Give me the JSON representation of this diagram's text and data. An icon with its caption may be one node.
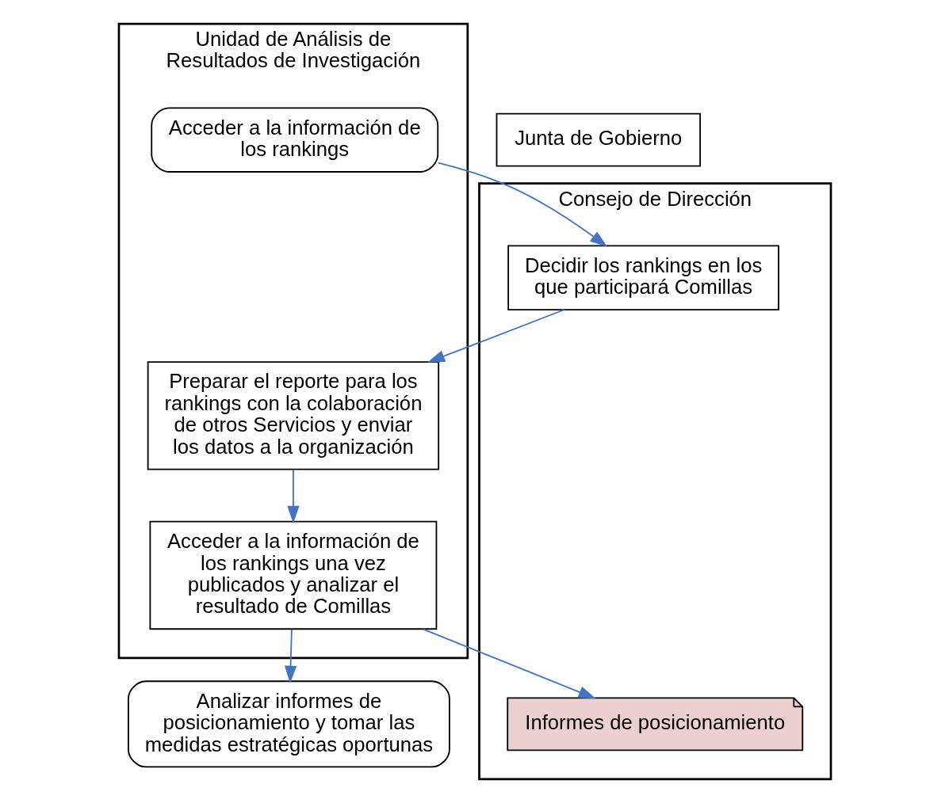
{
  "diagram": {
    "nodes": [
      {
        "text": [
          "Unidad de Análisis de Resultados de Investigación"
        ]
      },
      {
        "text": [
          "Consejo de Dirección"
        ]
      },
      {
        "text": [
          "Junta de Gobierno"
        ]
      },
      {
        "text": [
          "Acceder a la información de los rankings"
        ],
        "in": 0
      },
      {
        "text": [
          "Decidir los rankings en los que participará Comillas"
        ],
        "in": 1
      },
      {
        "text": [
          "Preparar el reporte para los rankings con la colaboración de otros Servicios y enviar los datos a la organización"
        ],
        "in": 0
      },
      {
        "text": [
          "Acceder a la información de los rankings una vez publicados y analizar el resultado de Comillas"
        ],
        "in": 0
      },
      {
        "text": [
          "Informes de posicionamiento"
        ],
        "in": 1
      },
      {
        "text": [
          "Analizar informes de posicionamiento y tomar las medidas estratégicas oportunas"
        ]
      }
    ],
    "edges": [
      {
        "from": 3,
        "to": 4,
        "arrow": "to",
        "color": "#4472c4"
      },
      {
        "from": 4,
        "to": 5,
        "arrow": "to",
        "color": "#4472c4"
      },
      {
        "from": 5,
        "to": 6,
        "arrow": "to",
        "color": "#4472c4"
      },
      {
        "from": 6,
        "to": 7,
        "arrow": "to",
        "color": "#4472c4"
      },
      {
        "from": 6,
        "to": 8,
        "arrow": "to",
        "color": "#4472c4"
      }
    ]
  }
}
